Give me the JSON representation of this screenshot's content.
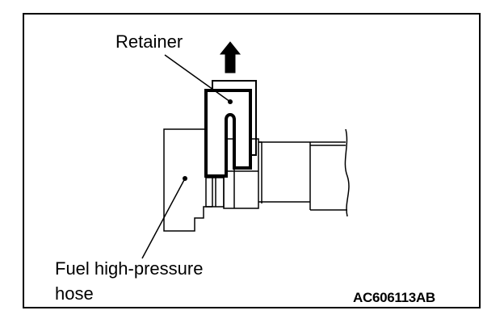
{
  "labels": {
    "retainer": "Retainer",
    "hose_line1": "Fuel high-pressure",
    "hose_line2": "hose"
  },
  "figure_code": "AC606113AB",
  "colors": {
    "line": "#000000",
    "background": "#ffffff"
  }
}
